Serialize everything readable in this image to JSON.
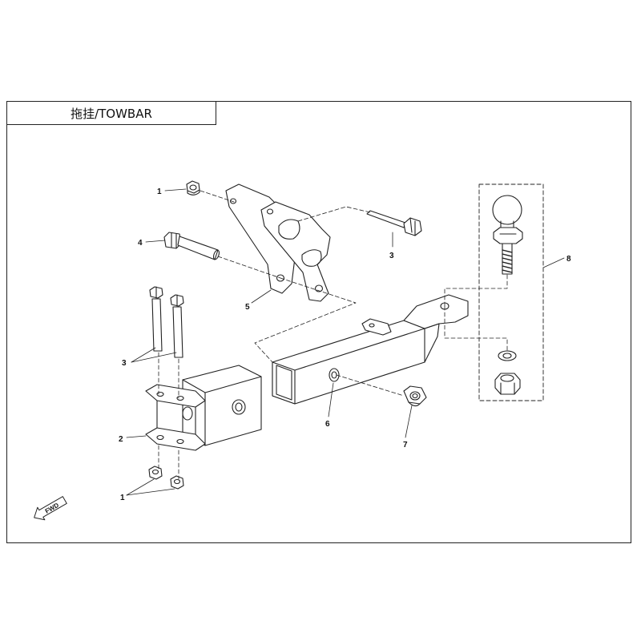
{
  "title": "拖挂/TOWBAR",
  "fwd_label": "FWD",
  "callouts": {
    "c1_top": "1",
    "c4": "4",
    "c3_top": "3",
    "c5": "5",
    "c8": "8",
    "c3_left": "3",
    "c2": "2",
    "c6": "6",
    "c7": "7",
    "c1_bottom": "1"
  }
}
